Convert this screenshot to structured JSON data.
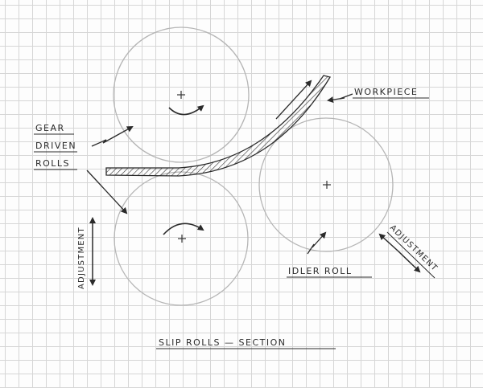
{
  "labels": {
    "workpiece": "WORKPIECE",
    "gear_line1": "GEAR",
    "gear_line2": "DRIVEN",
    "gear_line3": "ROLLS",
    "idler": "IDLER ROLL",
    "adjustment_left": "ADJUSTMENT",
    "adjustment_right": "ADJUSTMENT",
    "title": "SLIP ROLLS — SECTION"
  },
  "colors": {
    "grid": "#d6d6d6",
    "roll_outline": "#b5b5b5",
    "ink": "#2a2a2a"
  }
}
